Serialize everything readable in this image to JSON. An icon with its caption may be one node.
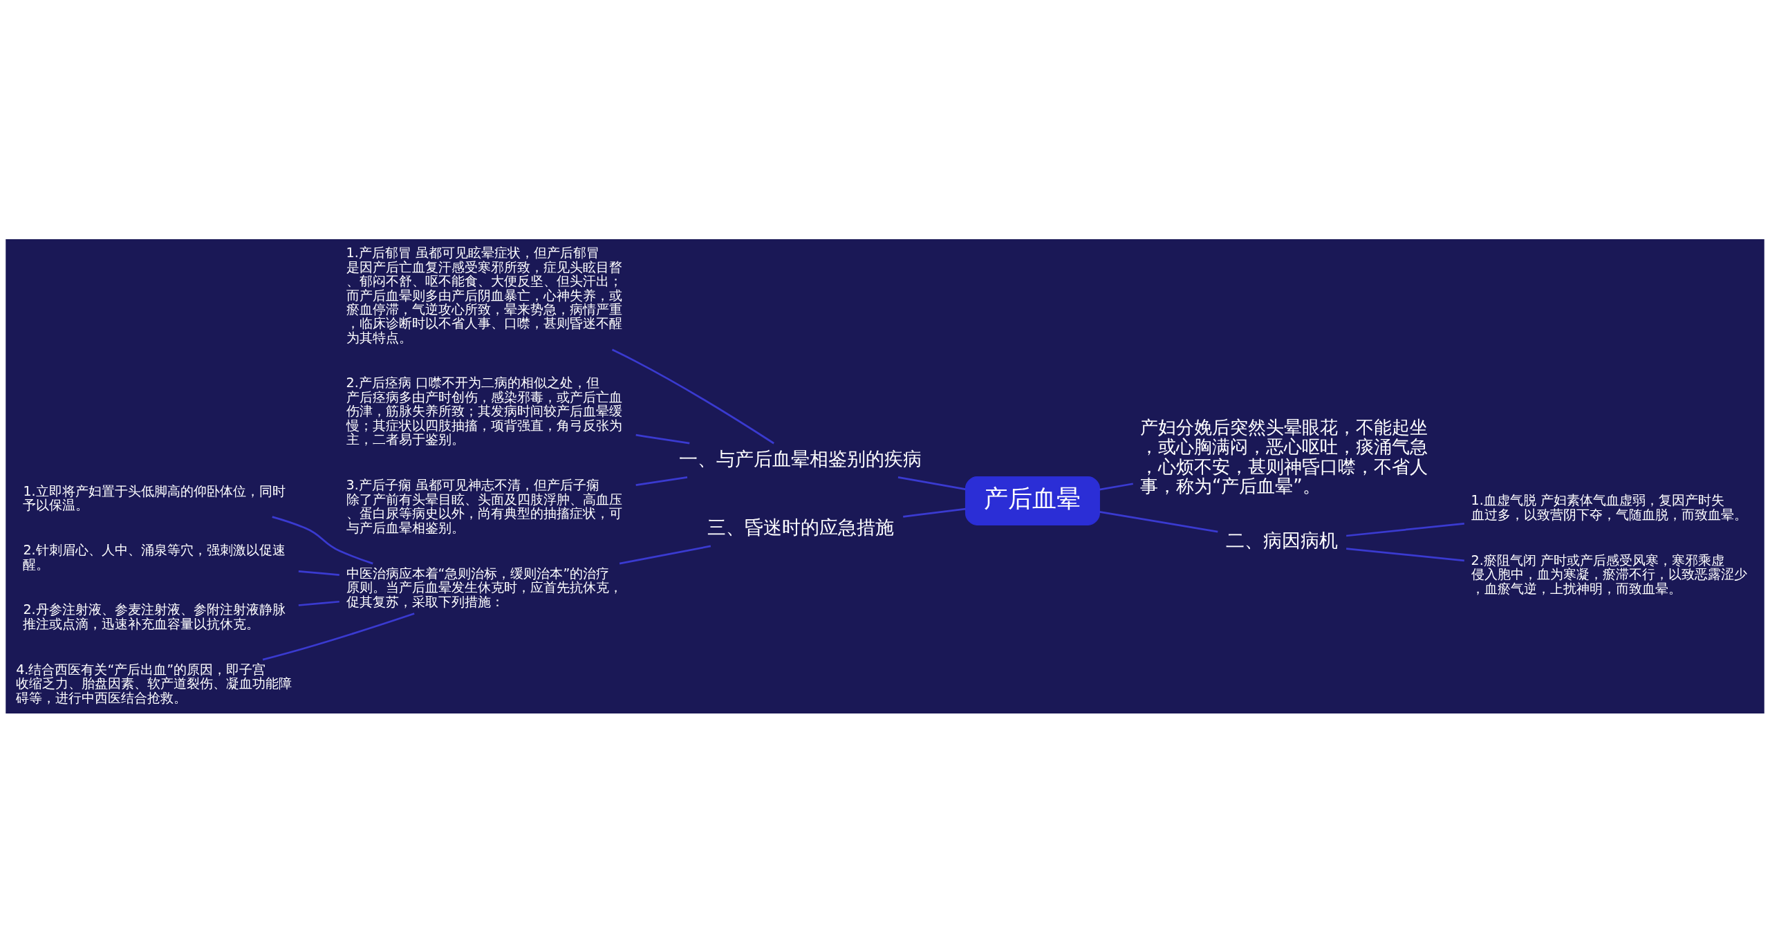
{
  "diagram": {
    "nodes": [
      {
        "text": [
          "产后血晕"
        ]
      },
      {
        "text": [
          "一、与产后血晕相鉴别的疾病"
        ]
      },
      {
        "text": [
          "1.产后郁冒 虽都可见眩晕症状，但产后郁冒是因产后亡血复汗感受寒邪所致，症见头眩目瞀、郁闷不舒、呕不能食、大便反坚、但头汗出；而产后血晕则多由产后阴血暴亡，心神失养，或瘀血停滞，气逆攻心所致，晕来势急，病情严重，临床诊断时以不省人事、口噤，甚则昏迷不醒为其特点。"
        ]
      },
      {
        "text": [
          "2.产后痉病 口噤不开为二病的相似之处，但产后痉病多由产时创伤，感染邪毒，或产后亡血伤津，筋脉失养所致；其发病时间较产后血晕缓慢；其症状以四肢抽搐，项背强直，角弓反张为主，二者易于鉴别。"
        ]
      },
      {
        "text": [
          "3.产后子痫 虽都可见神志不清，但产后子痫除了产前有头晕目眩、头面及四肢浮肿、高血压、蛋白尿等病史以外，尚有典型的抽搐症状，可与产后血晕相鉴别。"
        ]
      },
      {
        "text": [
          "三、昏迷时的应急措施"
        ]
      },
      {
        "text": [
          "中医治病应本着“急则治标，缓则治本”的治疗原则。当产后血晕发生休克时，应首先抗休克，促其复苏，采取下列措施："
        ]
      },
      {
        "text": [
          "1.立即将产妇置于头低脚高的仰卧体位，同时予以保温。"
        ]
      },
      {
        "text": [
          "2.针刺眉心、人中、涌泉等穴，强刺激以促速醒。"
        ]
      },
      {
        "text": [
          "2.丹参注射液、参麦注射液、参附注射液静脉推注或点滴，迅速补充血容量以抗休克。"
        ]
      },
      {
        "text": [
          "4.结合西医有关“产后出血”的原因，即子宫收缩乏力、胎盘因素、软产道裂伤、凝血功能障碍等，进行中西医结合抢救。"
        ]
      },
      {
        "text": [
          "产妇分娩后突然头晕眼花，不能起坐，或心胸满闷，恶心呕吐，痰涌气急，心烦不安，甚则神昏口噤，不省人事，称为“产后血晕”。"
        ]
      },
      {
        "text": [
          "二、病因病机"
        ]
      },
      {
        "text": [
          "1.血虚气脱 产妇素体气血虚弱，复因产时失血过多，以致营阴下夺，气随血脱，而致血晕。"
        ]
      },
      {
        "text": [
          "2.瘀阻气闭 产时或产后感受风寒，寒邪乘虚侵入胞中，血为寒凝，瘀滞不行，以致恶露涩少，血瘀气逆，上扰神明，而致血晕。"
        ]
      }
    ],
    "edges": [
      {
        "from": 0,
        "to": 1,
        "arrow": "none"
      },
      {
        "from": 1,
        "to": 2,
        "arrow": "none"
      },
      {
        "from": 1,
        "to": 3,
        "arrow": "none"
      },
      {
        "from": 1,
        "to": 4,
        "arrow": "none"
      },
      {
        "from": 0,
        "to": 5,
        "arrow": "none"
      },
      {
        "from": 5,
        "to": 6,
        "arrow": "none"
      },
      {
        "from": 6,
        "to": 7,
        "arrow": "none"
      },
      {
        "from": 6,
        "to": 8,
        "arrow": "none"
      },
      {
        "from": 6,
        "to": 9,
        "arrow": "none"
      },
      {
        "from": 6,
        "to": 10,
        "arrow": "none"
      },
      {
        "from": 0,
        "to": 11,
        "arrow": "none"
      },
      {
        "from": 0,
        "to": 12,
        "arrow": "none"
      },
      {
        "from": 12,
        "to": 13,
        "arrow": "none"
      },
      {
        "from": 12,
        "to": 14,
        "arrow": "none"
      }
    ]
  }
}
